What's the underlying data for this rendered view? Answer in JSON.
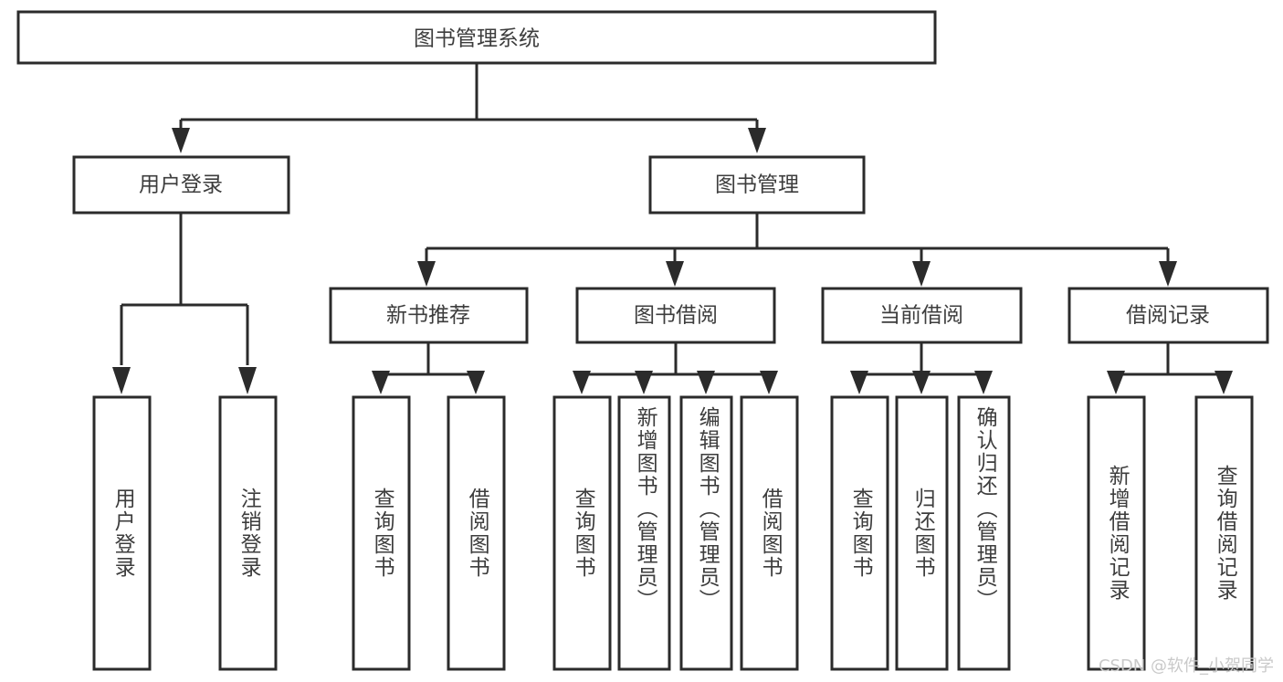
{
  "diagram": {
    "type": "tree-hierarchy",
    "title": "图书管理系统",
    "orientation": "top-down",
    "root": {
      "label": "图书管理系统",
      "text_direction": "horizontal"
    },
    "level2": [
      {
        "id": "user-login",
        "label": "用户登录",
        "text_direction": "horizontal"
      },
      {
        "id": "book-manage",
        "label": "图书管理",
        "text_direction": "horizontal"
      }
    ],
    "level3": [
      {
        "id": "new-book-rec",
        "label": "新书推荐",
        "text_direction": "horizontal",
        "parent": "book-manage"
      },
      {
        "id": "book-borrow",
        "label": "图书借阅",
        "text_direction": "horizontal",
        "parent": "book-manage"
      },
      {
        "id": "current-borrow",
        "label": "当前借阅",
        "text_direction": "horizontal",
        "parent": "book-manage"
      },
      {
        "id": "borrow-record",
        "label": "借阅记录",
        "text_direction": "horizontal",
        "parent": "book-manage"
      }
    ],
    "leaves": [
      {
        "id": "leaf-user-login",
        "label": "用户登录",
        "parent": "user-login",
        "text_direction": "vertical"
      },
      {
        "id": "leaf-user-logout",
        "label": "注销登录",
        "parent": "user-login",
        "text_direction": "vertical"
      },
      {
        "id": "leaf-query-book-1",
        "label": "查询图书",
        "parent": "new-book-rec",
        "text_direction": "vertical"
      },
      {
        "id": "leaf-borrow-book-1",
        "label": "借阅图书",
        "parent": "new-book-rec",
        "text_direction": "vertical"
      },
      {
        "id": "leaf-query-book-2",
        "label": "查询图书",
        "parent": "book-borrow",
        "text_direction": "vertical"
      },
      {
        "id": "leaf-add-book",
        "label": "新增图书（管理员）",
        "parent": "book-borrow",
        "text_direction": "vertical"
      },
      {
        "id": "leaf-edit-book",
        "label": "编辑图书（管理员）",
        "parent": "book-borrow",
        "text_direction": "vertical"
      },
      {
        "id": "leaf-borrow-book-2",
        "label": "借阅图书",
        "parent": "book-borrow",
        "text_direction": "vertical"
      },
      {
        "id": "leaf-query-book-3",
        "label": "查询图书",
        "parent": "current-borrow",
        "text_direction": "vertical"
      },
      {
        "id": "leaf-return-book",
        "label": "归还图书",
        "parent": "current-borrow",
        "text_direction": "vertical"
      },
      {
        "id": "leaf-confirm-return",
        "label": "确认归还（管理员）",
        "parent": "current-borrow",
        "text_direction": "vertical"
      },
      {
        "id": "leaf-add-record",
        "label": "新增借阅记录",
        "parent": "borrow-record",
        "text_direction": "vertical"
      },
      {
        "id": "leaf-query-record",
        "label": "查询借阅记录",
        "parent": "borrow-record",
        "text_direction": "vertical"
      }
    ],
    "watermark": "CSDN @软件_小贺同学",
    "colors": {
      "box_stroke": "#2b2b2b",
      "box_fill": "#ffffff",
      "text": "#3d3d3d",
      "connector": "#2b2b2b",
      "watermark": "#c9c9c9",
      "background": "#ffffff"
    }
  }
}
